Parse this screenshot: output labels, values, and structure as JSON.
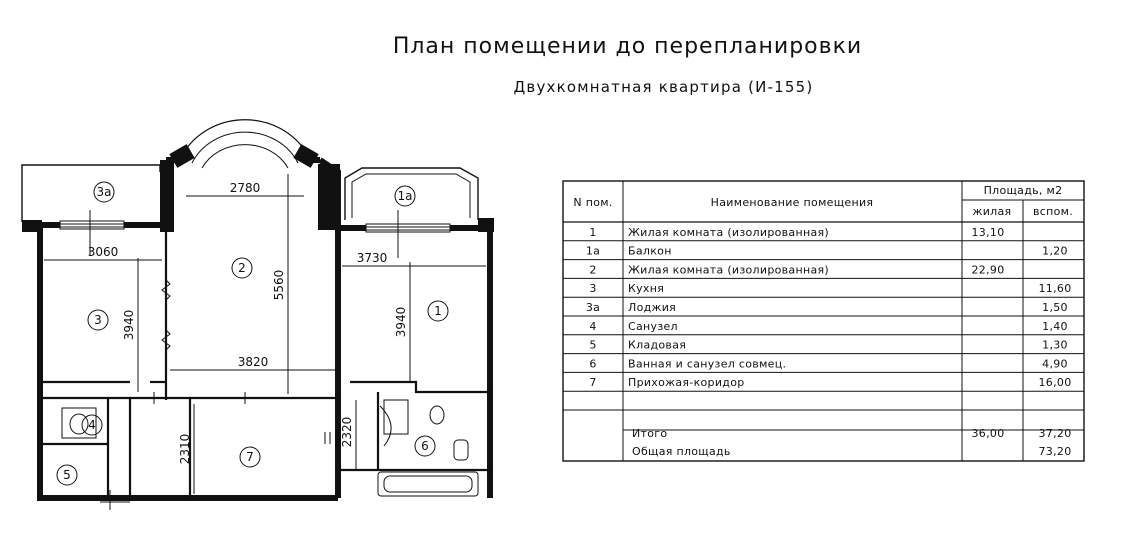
{
  "title": "План помещении до перепланировки",
  "subtitle": "Двухкомнатная квартира (И-155)",
  "plan": {
    "rooms": [
      {
        "label": "1"
      },
      {
        "label": "1а"
      },
      {
        "label": "2"
      },
      {
        "label": "3"
      },
      {
        "label": "3а"
      },
      {
        "label": "4"
      },
      {
        "label": "5"
      },
      {
        "label": "6"
      },
      {
        "label": "7"
      }
    ],
    "dimensions": {
      "d2780": "2780",
      "d3060": "3060",
      "d3730": "3730",
      "d5560": "5560",
      "d3940a": "3940",
      "d3940b": "3940",
      "d3820": "3820",
      "d2310": "2310",
      "d2320": "2320"
    }
  },
  "table": {
    "headers": {
      "num": "N пом.",
      "name": "Наименование помещения",
      "area": "Площадь,  м2",
      "living": "жилая",
      "aux": "вспом."
    },
    "rows": [
      {
        "num": "1",
        "name": "Жилая комната (изолированная)",
        "living": "13,10",
        "aux": ""
      },
      {
        "num": "1а",
        "name": "Балкон",
        "living": "",
        "aux": "1,20"
      },
      {
        "num": "2",
        "name": "Жилая комната (изолированная)",
        "living": "22,90",
        "aux": ""
      },
      {
        "num": "3",
        "name": "Кухня",
        "living": "",
        "aux": "11,60"
      },
      {
        "num": "3а",
        "name": "Лоджия",
        "living": "",
        "aux": "1,50"
      },
      {
        "num": "4",
        "name": "Санузел",
        "living": "",
        "aux": "1,40"
      },
      {
        "num": "5",
        "name": "Кладовая",
        "living": "",
        "aux": "1,30"
      },
      {
        "num": "6",
        "name": "Ванная и санузел совмец.",
        "living": "",
        "aux": "4,90"
      },
      {
        "num": "7",
        "name": "Прихожая-коридор",
        "living": "",
        "aux": "16,00"
      },
      {
        "num": "",
        "name": "",
        "living": "",
        "aux": ""
      }
    ],
    "total": {
      "name": "Итого",
      "living": "36,00",
      "aux": "37,20"
    },
    "overall": {
      "name": "Общая площадь",
      "aux": "73,20"
    }
  }
}
